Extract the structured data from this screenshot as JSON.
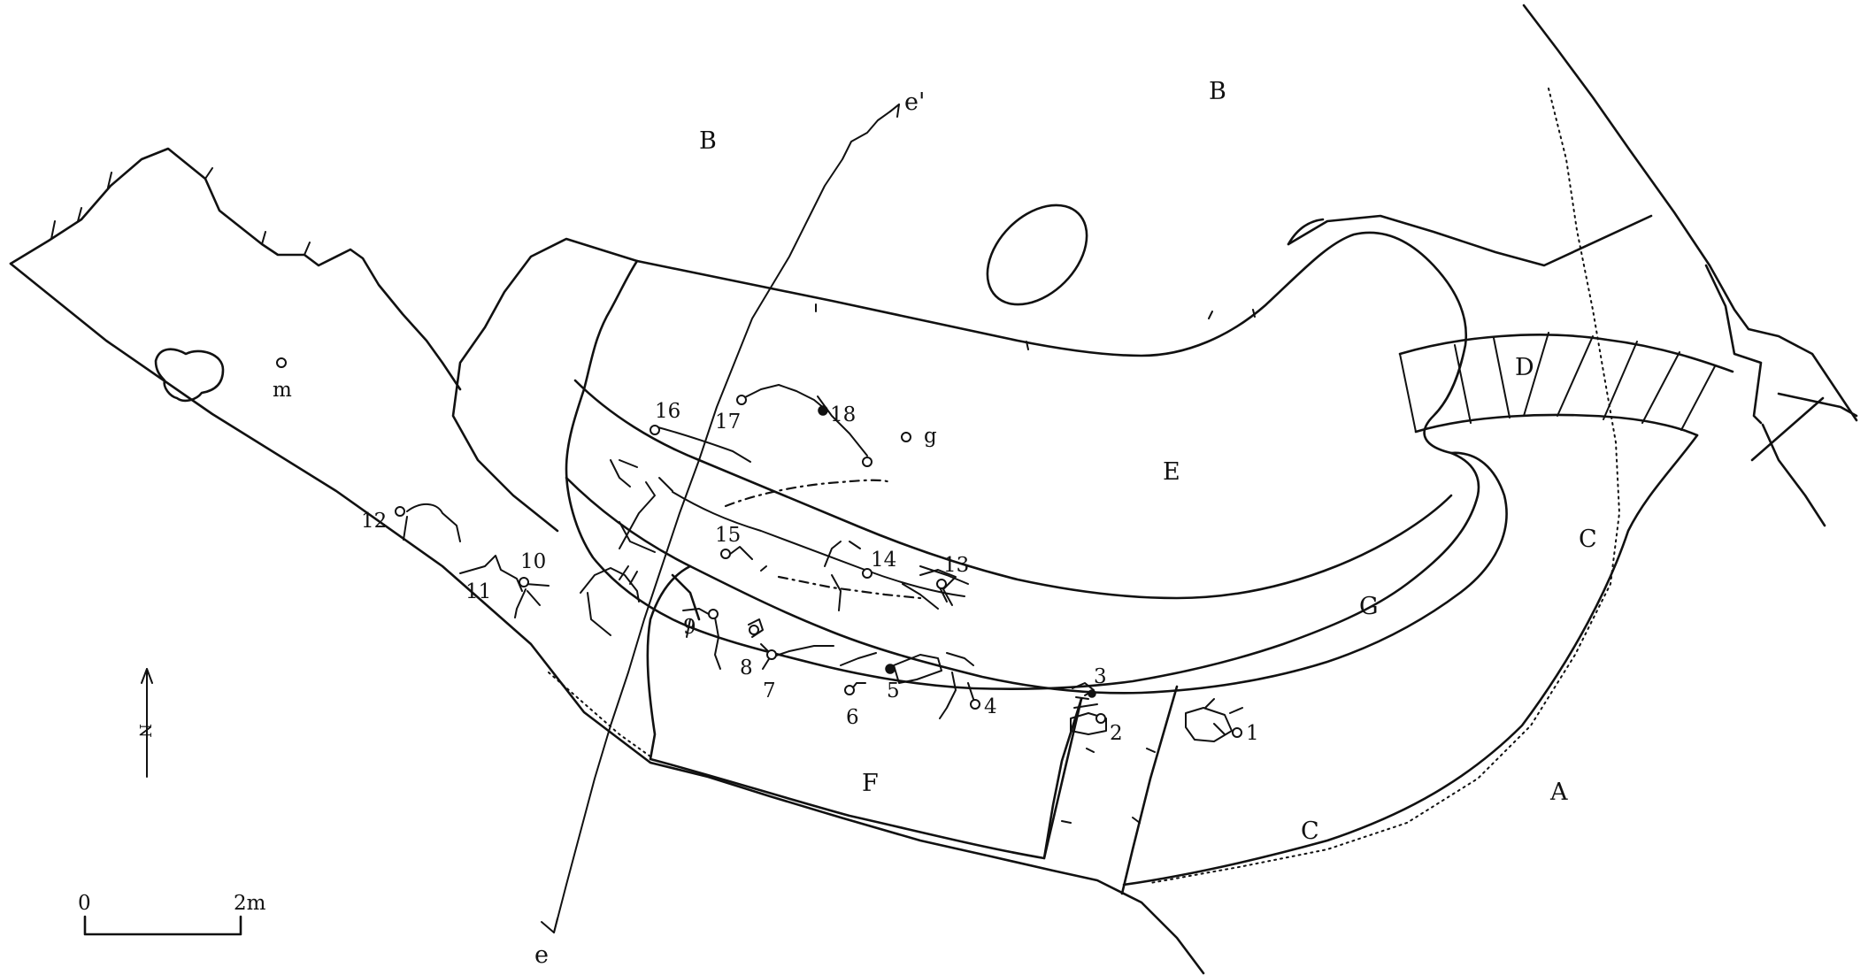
{
  "areas": {
    "a": "A",
    "b1": "B",
    "b2": "B",
    "c1": "C",
    "c2": "C",
    "d": "D",
    "e": "E",
    "f": "F",
    "g": "G"
  },
  "section": {
    "start": "e",
    "end": "e'"
  },
  "points": {
    "p1": "1",
    "p2": "2",
    "p3": "3",
    "p4": "4",
    "p5": "5",
    "p6": "6",
    "p7": "7",
    "p8": "8",
    "p9": "9",
    "p10": "10",
    "p11": "11",
    "p12": "12",
    "p13": "13",
    "p14": "14",
    "p15": "15",
    "p16": "16",
    "p17": "17",
    "p18": "18",
    "g": "g",
    "m": "m"
  },
  "north": "N",
  "scale": {
    "zero": "0",
    "max": "2m"
  }
}
